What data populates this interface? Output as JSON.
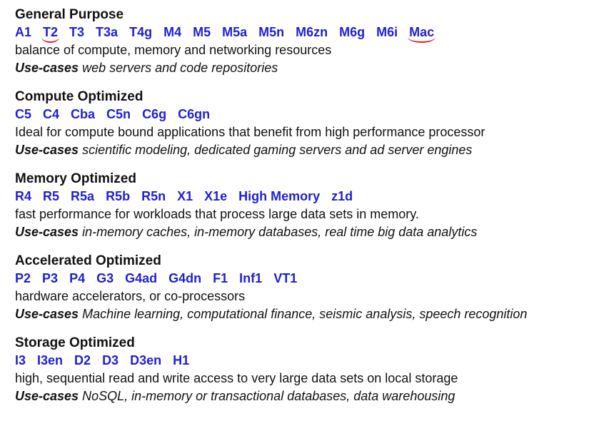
{
  "usecase_label": "Use-cases",
  "sections": [
    {
      "title": "General Purpose",
      "types": [
        "A1",
        "T2",
        "T3",
        "T3a",
        "T4g",
        "M4",
        "M5",
        "M5a",
        "M5n",
        "M6zn",
        "M6g",
        "M6i",
        "Mac"
      ],
      "marked": [
        "T2",
        "Mac"
      ],
      "description": "balance of compute, memory and networking resources",
      "usecases": "web servers and code repositories"
    },
    {
      "title": "Compute Optimized",
      "types": [
        "C5",
        "C4",
        "Cba",
        "C5n",
        "C6g",
        "C6gn"
      ],
      "marked": [],
      "description": "Ideal for compute bound applications that benefit from high performance processor",
      "usecases": "scientific modeling, dedicated gaming servers and ad server engines"
    },
    {
      "title": "Memory Optimized",
      "types": [
        "R4",
        "R5",
        "R5a",
        "R5b",
        "R5n",
        "X1",
        "X1e",
        "High Memory",
        "z1d"
      ],
      "marked": [],
      "description": "fast performance for workloads that process large data sets in memory.",
      "usecases": "in-memory caches, in-memory databases, real time big data analytics"
    },
    {
      "title": "Accelerated Optimized",
      "types": [
        "P2",
        "P3",
        "P4",
        "G3",
        "G4ad",
        "G4dn",
        "F1",
        "Inf1",
        "VT1"
      ],
      "marked": [],
      "description": "hardware accelerators, or co-processors",
      "usecases": "Machine learning, computational finance, seismic analysis, speech recognition"
    },
    {
      "title": "Storage Optimized",
      "types": [
        "I3",
        "I3en",
        "D2",
        "D3",
        "D3en",
        "H1"
      ],
      "marked": [],
      "description": "high, sequential read and write access to very large data sets on local storage",
      "usecases": "NoSQL, in-memory or transactional databases, data warehousing"
    }
  ]
}
